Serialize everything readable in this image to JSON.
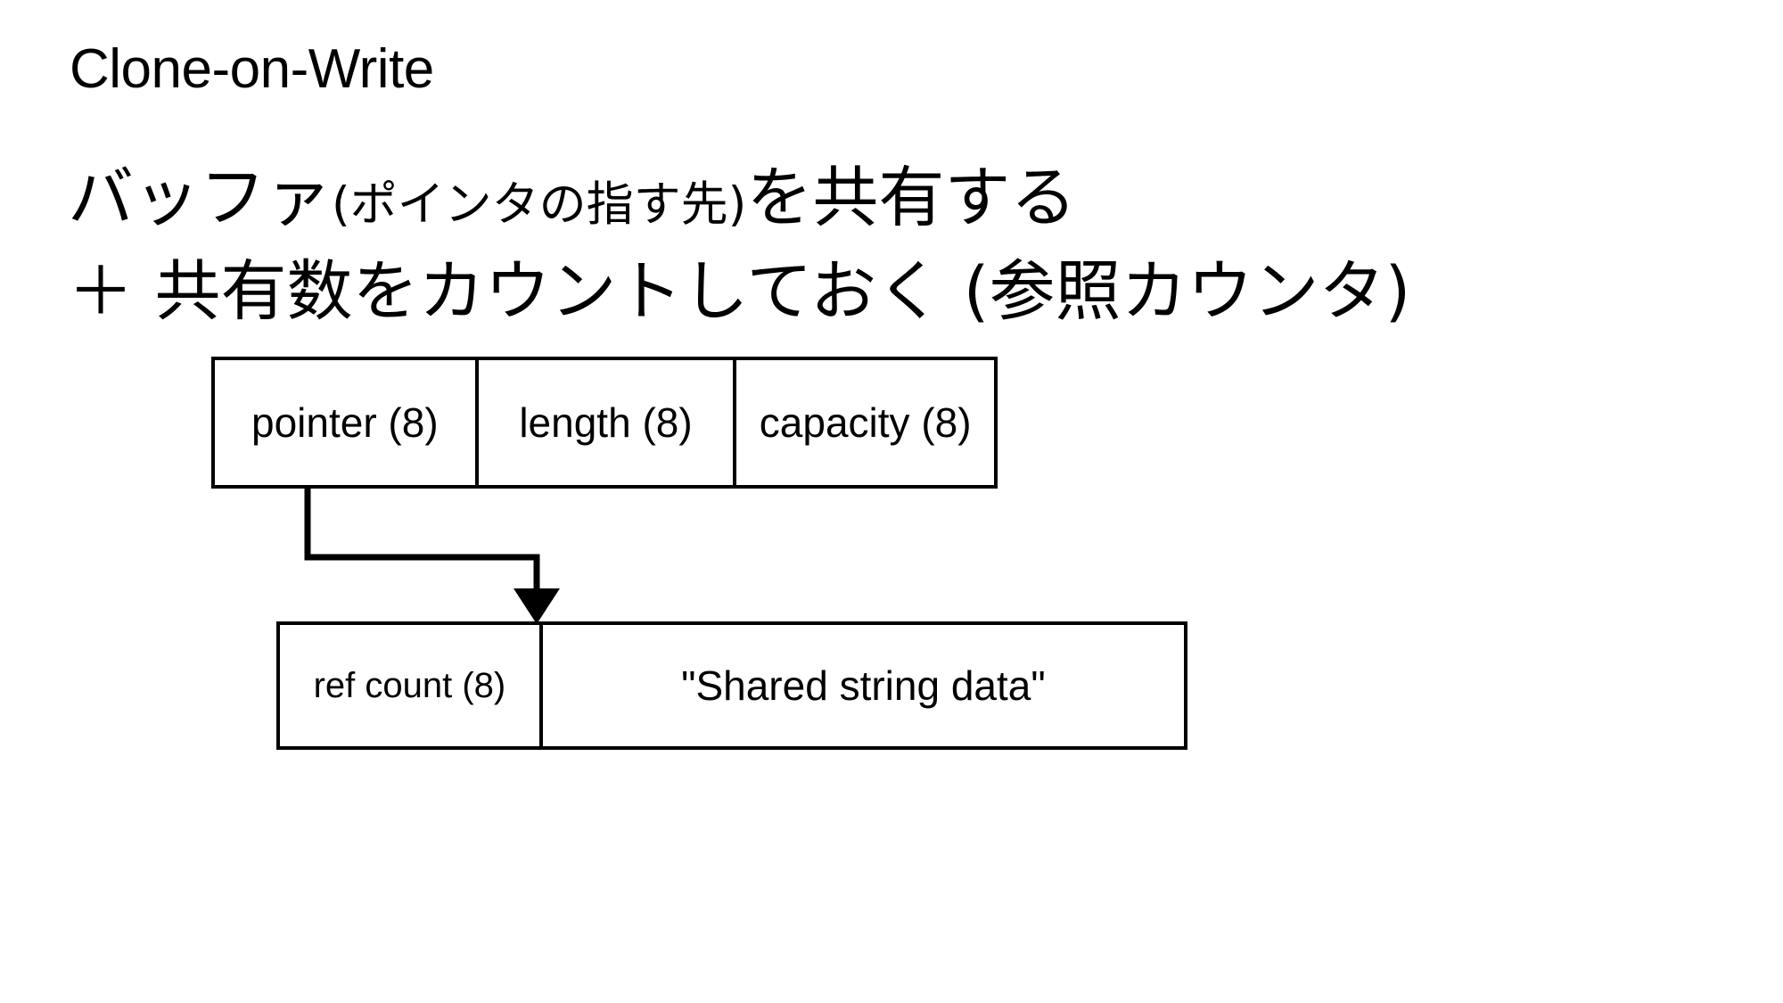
{
  "slide": {
    "title": "Clone-on-Write",
    "background_color": "#ffffff",
    "foreground_color": "#000000"
  },
  "body": {
    "line1": {
      "full_text": "バッファ(ポインタの指す先)を共有する",
      "segments": {
        "lead": "バッファ",
        "paren": "(ポインタの指す先)",
        "tail": "を共有する"
      }
    },
    "line2": {
      "full_text": "＋ 共有数をカウントしておく (参照カウンタ)",
      "segments": {
        "plus": "＋",
        "main": " 共有数をカウントしておく (参照カウンタ)"
      }
    }
  },
  "diagram": {
    "type": "memory-layout",
    "header_struct": {
      "name": "string-header",
      "cells": [
        {
          "key": "pointer",
          "label": "pointer (8)"
        },
        {
          "key": "length",
          "label": "length (8)"
        },
        {
          "key": "capacity",
          "label": "capacity (8)"
        }
      ]
    },
    "heap_buffer": {
      "name": "shared-heap-buffer",
      "cells": [
        {
          "key": "refcount",
          "label": "ref count (8)"
        },
        {
          "key": "payload",
          "label": "\"Shared string data\""
        }
      ]
    },
    "connector": {
      "from": "pointer",
      "to": "shared-heap-buffer",
      "style": "elbow-arrow",
      "arrowhead": "solid-triangle",
      "stroke_color": "#000000"
    }
  }
}
